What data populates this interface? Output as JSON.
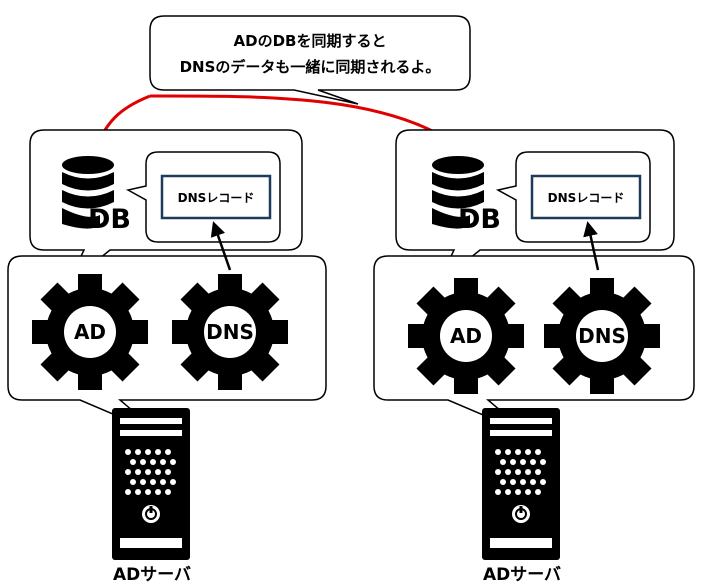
{
  "callout": {
    "line1": "ADのDBを同期すると",
    "line2": "DNSのデータも一緒に同期されるよ。"
  },
  "servers": [
    {
      "db_label": "DB",
      "record_label": "DNSレコード",
      "gear_ad_label": "AD",
      "gear_dns_label": "DNS",
      "server_label": "ADサーバ"
    },
    {
      "db_label": "DB",
      "record_label": "DNSレコード",
      "gear_ad_label": "AD",
      "gear_dns_label": "DNS",
      "server_label": "ADサーバ"
    }
  ],
  "colors": {
    "sync_arrow": "#e00000",
    "outline": "#000000",
    "record_border": "#1f3a5a",
    "bubble_fill": "#ffffff",
    "icon_fill": "#000000"
  }
}
